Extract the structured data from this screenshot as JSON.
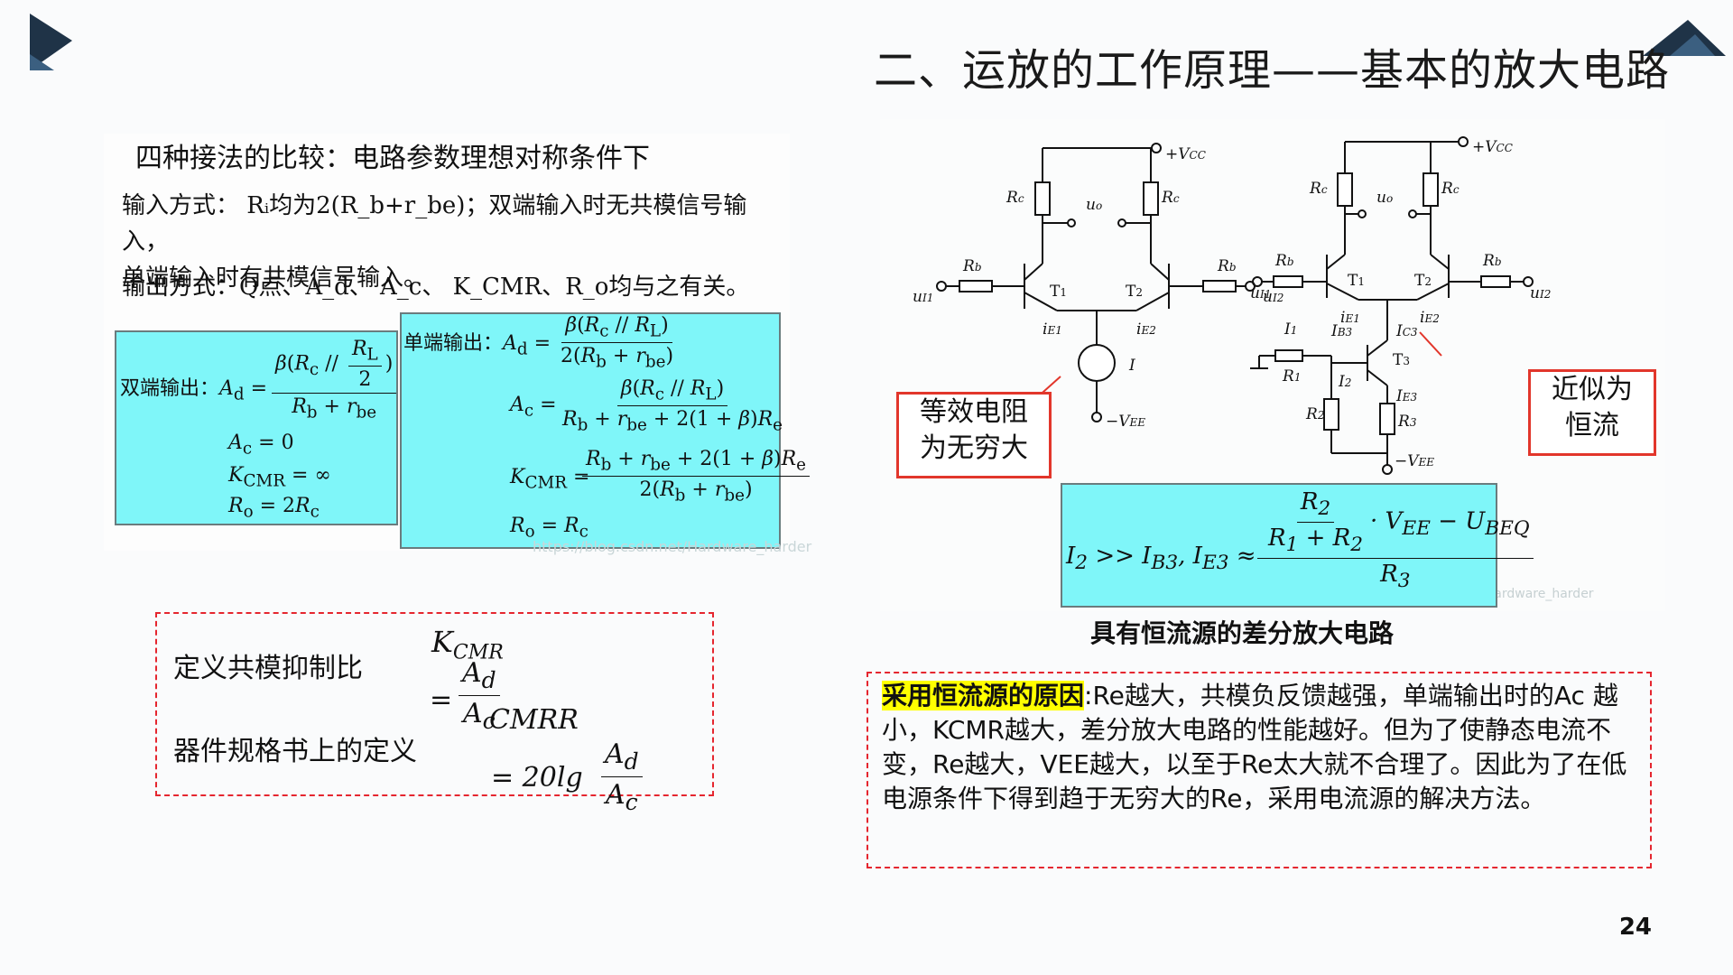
{
  "slide": {
    "title": "二、运放的工作原理——基本的放大电路",
    "page_number": "24"
  },
  "comparison": {
    "heading": "四种接法的比较：电路参数理想对称条件下",
    "input_mode_line1": "输入方式： Rᵢ均为2(R_b+r_be)；双端输入时无共模信号输入，",
    "input_mode_line2": "单端输入时有共模信号输入。",
    "output_mode": "输出方式：Q点、A_d、 A_c、 K_CMR、R_o均与之有关。",
    "double_label": "双端输出：",
    "single_label": "单端输出：",
    "watermark": "https://blog.csdn.net/Hardware_harder"
  },
  "cmrr": {
    "define_label": "定义共模抑制比",
    "spec_label": "器件规格书上的定义",
    "kcmr": "K",
    "kcmr_sub": "CMR",
    "cmrr_text": "CMRR",
    "lg": "= 20lg"
  },
  "circuit": {
    "left_callout": "等效电阻\n为无穷大",
    "right_callout": "近似为\n恒流",
    "caption": "具有恒流源的差分放大电路",
    "watermark": "https://blog.csdn.net/Hardware_harder"
  },
  "reason": {
    "highlight": "采用恒流源的原因",
    "text": ":Re越大，共模负反馈越强，单端输出时的Ac 越小，KCMR越大，差分放大电路的性能越好。但为了使静态电流不变，Re越大，VEE越大，以至于Re太大就不合理了。因此为了在低电源条件下得到趋于无穷大的Re，采用电流源的解决方法。"
  }
}
